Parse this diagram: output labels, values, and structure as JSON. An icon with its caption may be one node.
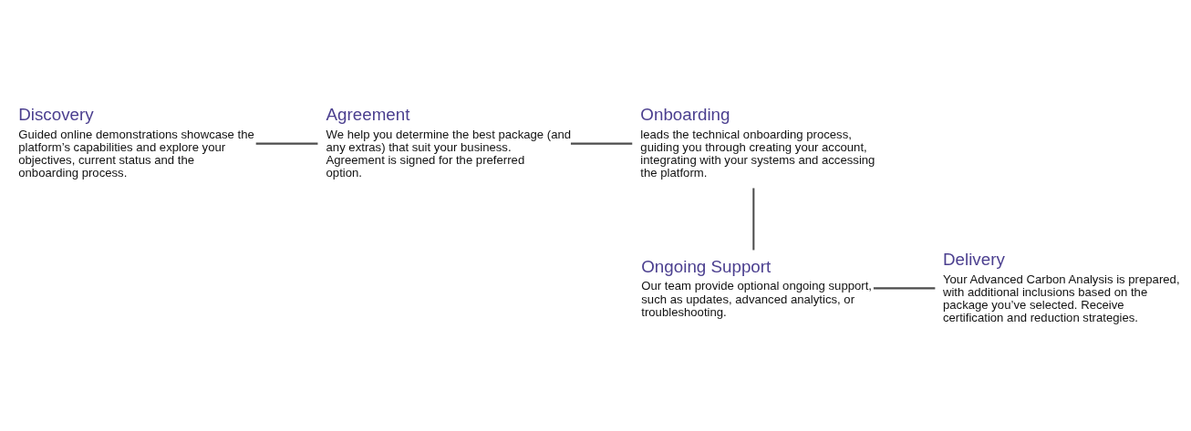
{
  "diagram": {
    "nodes": [
      {
        "text": [
          "Discovery",
          "Guided online demonstrations showcase the platform’s capabilities and explore your objectives, current status and the onboarding process."
        ]
      },
      {
        "text": [
          "Agreement",
          "We help you determine the best package (and any extras) that suit your business. Agreement is signed for the preferred option."
        ]
      },
      {
        "text": [
          "Onboarding",
          "leads the technical onboarding process, guiding you through creating your account, integrating with your systems and accessing the platform."
        ]
      },
      {
        "text": [
          "Ongoing Support",
          "Our team provide optional ongoing support, such as updates, advanced analytics, or troubleshooting."
        ]
      },
      {
        "text": [
          "Delivery",
          "Your Advanced Carbon Analysis is prepared, with additional inclusions based on the package you’ve selected. Receive certification and reduction strategies."
        ]
      }
    ],
    "edges": [
      {
        "from": 0,
        "to": 1,
        "arrow": "none"
      },
      {
        "from": 1,
        "to": 2,
        "arrow": "none"
      },
      {
        "from": 2,
        "to": 3,
        "arrow": "none"
      },
      {
        "from": 3,
        "to": 4,
        "arrow": "none"
      }
    ]
  }
}
